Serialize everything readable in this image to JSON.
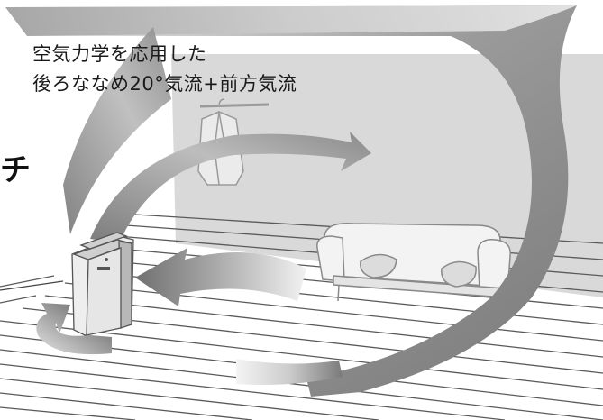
{
  "caption": {
    "line1": "空気力学を応用した",
    "line2": "後ろななめ20°気流+前方気流"
  },
  "fragment_text": "チ",
  "colors": {
    "wall": "#d9d9d9",
    "floor_line": "#5a5a5a",
    "arrow_dark": "#6e6e6e",
    "arrow_light": "#f2f2f2",
    "text": "#1a1a1a"
  },
  "icons": [
    "air-purifier-icon",
    "jacket-on-hanger-icon",
    "sofa-icon",
    "airflow-arrow-icon"
  ]
}
